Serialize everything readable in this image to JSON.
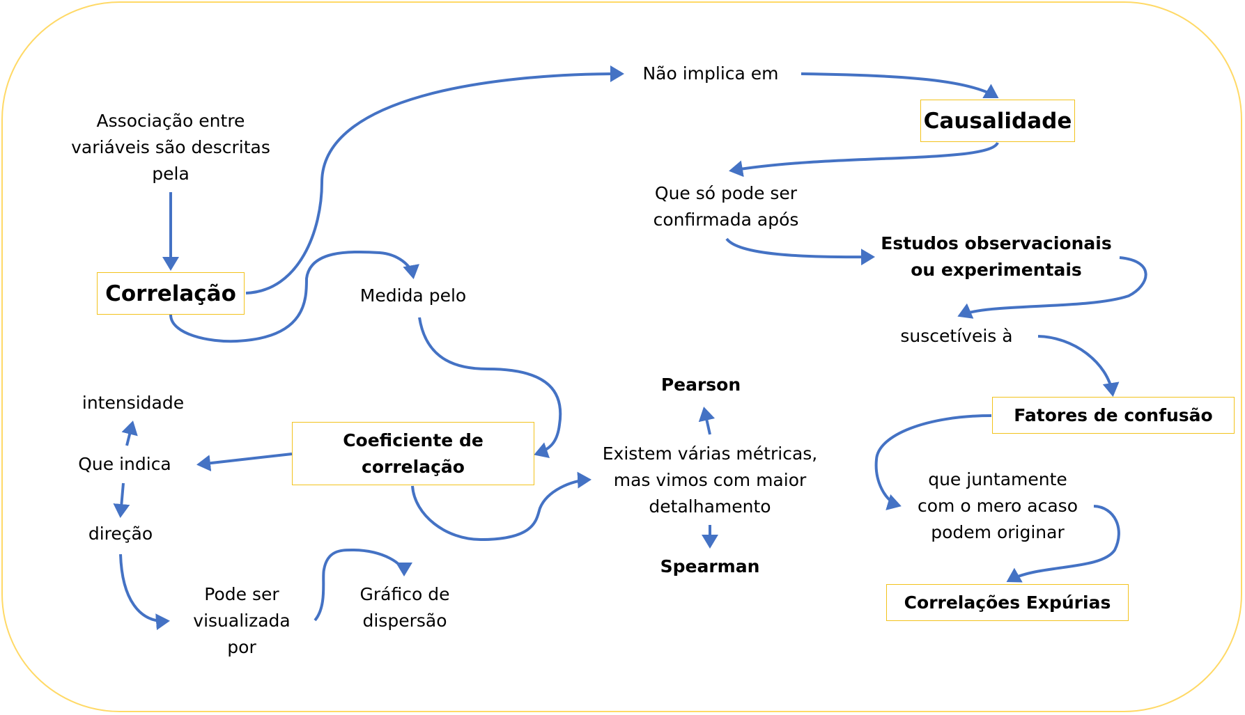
{
  "diagram": {
    "type": "concept-map",
    "colors": {
      "frame": "#FFD966",
      "box_border": "#F2C21B",
      "arrow": "#4472C4",
      "text": "#000000"
    },
    "nodes": {
      "associacao": "Associação entre\nvariáveis são descritas\npela",
      "correlacao": "Correlação",
      "nao_implica": "Não implica em",
      "causalidade": "Causalidade",
      "que_so_pode": "Que só pode ser\nconfirmada após",
      "estudos": "Estudos observacionais\nou experimentais",
      "suscetiveis": "suscetíveis à",
      "fatores": "Fatores de confusão",
      "que_juntamente": "que juntamente\ncom o mero acaso\npodem originar",
      "espurias": "Correlações Expúrias",
      "medida_pelo": "Medida pelo",
      "coeficiente": "Coeficiente de\ncorrelação",
      "que_indica": "Que indica",
      "intensidade": "intensidade",
      "direcao": "direção",
      "pode_ser": "Pode ser\nvisualizada\npor",
      "grafico": "Gráfico de\ndispersão",
      "existem": "Existem várias métricas,\nmas vimos com maior\ndetalhamento",
      "pearson": "Pearson",
      "spearman": "Spearman"
    },
    "edges": [
      {
        "from": "associacao",
        "to": "correlacao"
      },
      {
        "from": "correlacao",
        "to": "nao_implica"
      },
      {
        "from": "nao_implica",
        "to": "causalidade"
      },
      {
        "from": "causalidade",
        "to": "que_so_pode"
      },
      {
        "from": "que_so_pode",
        "to": "estudos"
      },
      {
        "from": "estudos",
        "to": "suscetiveis"
      },
      {
        "from": "suscetiveis",
        "to": "fatores"
      },
      {
        "from": "fatores",
        "to": "que_juntamente"
      },
      {
        "from": "que_juntamente",
        "to": "espurias"
      },
      {
        "from": "correlacao",
        "to": "medida_pelo"
      },
      {
        "from": "medida_pelo",
        "to": "coeficiente"
      },
      {
        "from": "coeficiente",
        "to": "que_indica"
      },
      {
        "from": "que_indica",
        "to": "intensidade"
      },
      {
        "from": "que_indica",
        "to": "direcao"
      },
      {
        "from": "direcao",
        "to": "pode_ser"
      },
      {
        "from": "pode_ser",
        "to": "grafico"
      },
      {
        "from": "coeficiente",
        "to": "existem"
      },
      {
        "from": "existem",
        "to": "pearson"
      },
      {
        "from": "existem",
        "to": "spearman"
      }
    ]
  }
}
